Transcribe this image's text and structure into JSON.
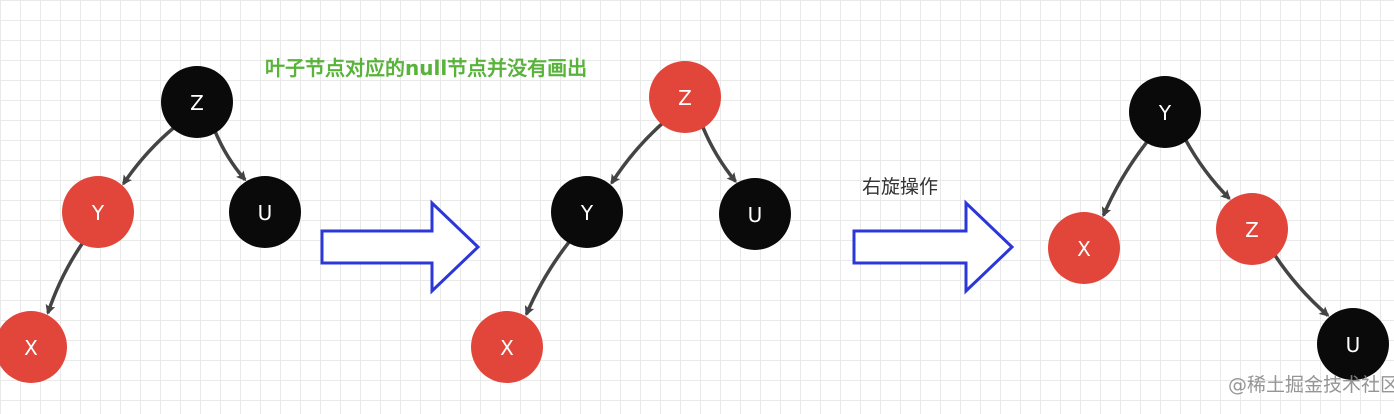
{
  "texts": {
    "note": "叶子节点对应的null节点并没有画出",
    "rotate_label": "右旋操作",
    "watermark": "@稀土掘金技术社区"
  },
  "colors": {
    "black_node": "#0a0a0a",
    "red_node": "#e2463a",
    "edge": "#444444",
    "arrow_outline": "#2c37d8",
    "note_text": "#59b33b"
  },
  "trees": [
    {
      "name": "initial",
      "nodes": [
        {
          "id": "t1-z",
          "label": "Z",
          "color": "black"
        },
        {
          "id": "t1-y",
          "label": "Y",
          "color": "red"
        },
        {
          "id": "t1-u",
          "label": "U",
          "color": "black"
        },
        {
          "id": "t1-x",
          "label": "X",
          "color": "red"
        }
      ],
      "edges": [
        [
          "t1-z",
          "t1-y"
        ],
        [
          "t1-z",
          "t1-u"
        ],
        [
          "t1-y",
          "t1-x"
        ]
      ]
    },
    {
      "name": "recolored",
      "nodes": [
        {
          "id": "t2-z",
          "label": "Z",
          "color": "red"
        },
        {
          "id": "t2-y",
          "label": "Y",
          "color": "black"
        },
        {
          "id": "t2-u",
          "label": "U",
          "color": "black"
        },
        {
          "id": "t2-x",
          "label": "X",
          "color": "red"
        }
      ],
      "edges": [
        [
          "t2-z",
          "t2-y"
        ],
        [
          "t2-z",
          "t2-u"
        ],
        [
          "t2-y",
          "t2-x"
        ]
      ]
    },
    {
      "name": "rotated",
      "nodes": [
        {
          "id": "t3-y",
          "label": "Y",
          "color": "black"
        },
        {
          "id": "t3-x",
          "label": "X",
          "color": "red"
        },
        {
          "id": "t3-z",
          "label": "Z",
          "color": "red"
        },
        {
          "id": "t3-u",
          "label": "U",
          "color": "black"
        }
      ],
      "edges": [
        [
          "t3-y",
          "t3-x"
        ],
        [
          "t3-y",
          "t3-z"
        ],
        [
          "t3-z",
          "t3-u"
        ]
      ]
    }
  ]
}
